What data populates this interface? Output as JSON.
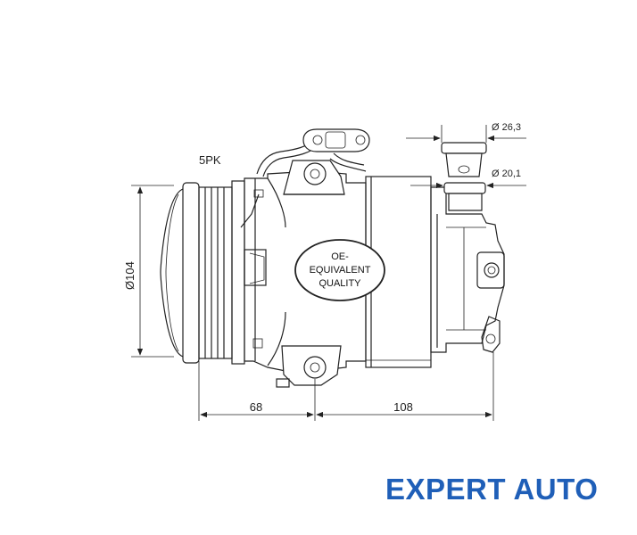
{
  "labels": {
    "belt": "5PK",
    "dia_left": "Ø104",
    "dia_top": "Ø 26,3",
    "dia_mid": "Ø 20,1",
    "dim_left": "68",
    "dim_right": "108",
    "oe_line1": "OE-",
    "oe_line2": "EQUIVALENT",
    "oe_line3": "QUALITY"
  },
  "watermark": {
    "text": "EXPERT AUTO",
    "color": "#1f5fb8"
  }
}
